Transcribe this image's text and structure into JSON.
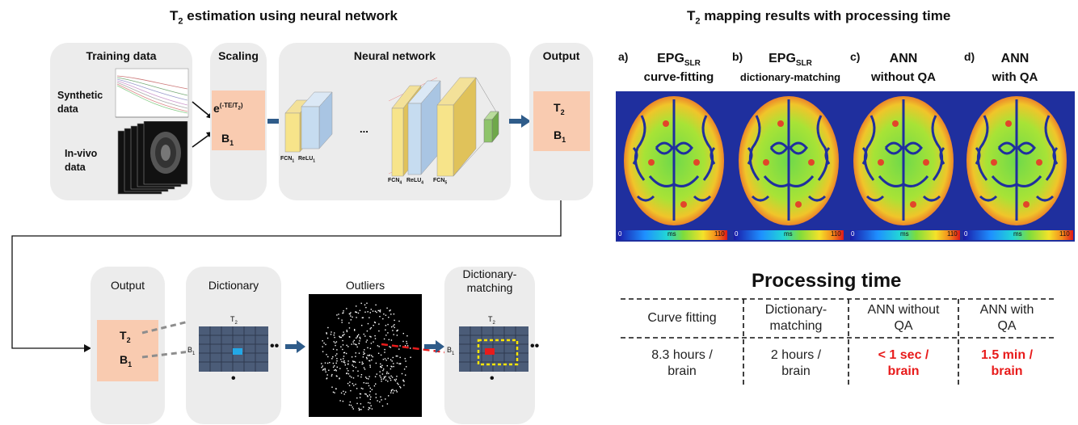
{
  "left_title": {
    "main": "T",
    "sub": "2",
    "rest": " estimation using neural network"
  },
  "right_title": {
    "main": "T",
    "sub": "2",
    "rest": " mapping results with processing time"
  },
  "top_row": {
    "training": {
      "header": "Training data",
      "synthetic_label": "Synthetic\ndata",
      "invivo_label": "In-vivo\ndata"
    },
    "scaling": {
      "header": "Scaling",
      "exp_base": "e",
      "exp_sup": "(-TE/T",
      "exp_sup_sub": "2",
      "exp_sup_close": ")",
      "b1": "B",
      "b1_sub": "1"
    },
    "network": {
      "header": "Neural network",
      "ellipsis": "...",
      "labels": [
        "FCN",
        "ReLU",
        "FCN",
        "ReLU",
        "FCN"
      ],
      "label_subs": [
        "1",
        "1",
        "4",
        "4",
        "5"
      ]
    },
    "output": {
      "header": "Output",
      "t2": "T",
      "t2_sub": "2",
      "b1": "B",
      "b1_sub": "1"
    }
  },
  "bottom_row": {
    "output": {
      "header": "Output",
      "t2": "T",
      "t2_sub": "2",
      "b1": "B",
      "b1_sub": "1"
    },
    "dictionary": {
      "header": "Dictionary",
      "t2": "T",
      "t2_sub": "2",
      "b1": "B",
      "b1_sub": "1",
      "dots_h": "••",
      "dots_v": "•"
    },
    "outliers": {
      "header": "Outliers"
    },
    "matching": {
      "header": "Dictionary-\nmatching",
      "t2": "T",
      "t2_sub": "2",
      "b1": "B",
      "b1_sub": "1",
      "dots_h": "••",
      "dots_v": "•"
    }
  },
  "maps": [
    {
      "letter": "a)",
      "line1": "EPG",
      "line1_sub": "SLR",
      "line2": "curve-fitting"
    },
    {
      "letter": "b)",
      "line1": "EPG",
      "line1_sub": "SLR",
      "line2": "dictionary-matching"
    },
    {
      "letter": "c)",
      "line1": "ANN",
      "line1_sub": "",
      "line2": "without QA"
    },
    {
      "letter": "d)",
      "line1": "ANN",
      "line1_sub": "",
      "line2": "with QA"
    }
  ],
  "colorbar": {
    "min": "0",
    "unit": "ms",
    "max": "110"
  },
  "processing": {
    "title": "Processing time",
    "headers": [
      "Curve fitting",
      "Dictionary-\nmatching",
      "ANN without\nQA",
      "ANN with\nQA"
    ],
    "values": [
      "8.3 hours /\nbrain",
      "2 hours /\nbrain",
      "< 1 sec /\nbrain",
      "1.5 min /\nbrain"
    ],
    "highlight_color": "#e81b1b"
  },
  "colors": {
    "panel": "#ececec",
    "orange_box": "#f9cbb0",
    "arrow_blue": "#2f5c8a",
    "layer_yellow": "#f7e48a",
    "layer_blue": "#c6dcf0",
    "layer_green": "#8ec46a",
    "map_bg": "#1f2f9e"
  }
}
